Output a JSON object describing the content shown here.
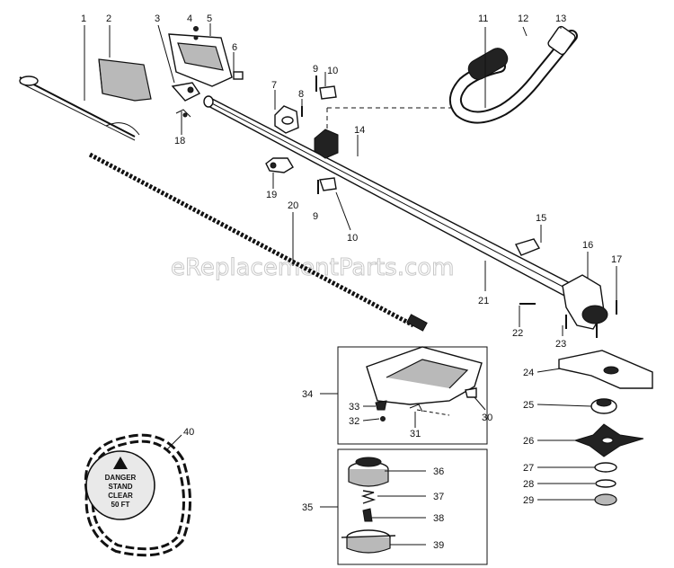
{
  "watermark": "eReplacementParts.com",
  "decal": {
    "line1": "DANGER",
    "line2": "STAND",
    "line3": "CLEAR",
    "line4": "50 FT"
  },
  "callouts": [
    "1",
    "2",
    "3",
    "4",
    "5",
    "6",
    "7",
    "8",
    "9",
    "10",
    "11",
    "12",
    "13",
    "14",
    "15",
    "16",
    "17",
    "18",
    "19",
    "20",
    "21",
    "22",
    "23",
    "24",
    "25",
    "26",
    "27",
    "28",
    "29",
    "30",
    "31",
    "32",
    "33",
    "34",
    "35",
    "36",
    "37",
    "38",
    "39",
    "40"
  ],
  "callouts_repeat": [
    "9",
    "10"
  ]
}
